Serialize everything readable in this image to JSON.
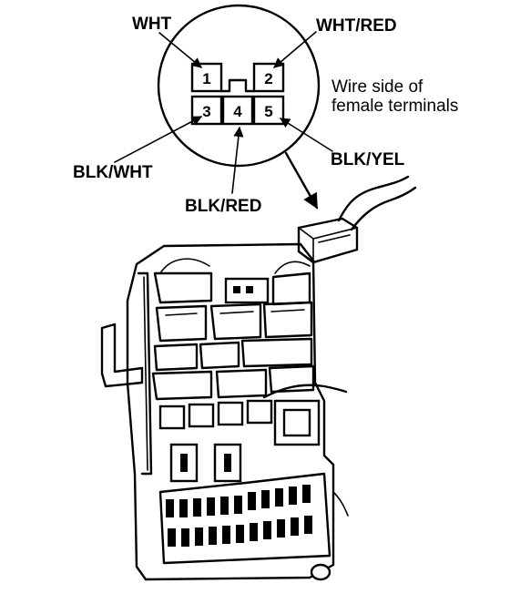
{
  "wire_labels": {
    "wht": "WHT",
    "wht_red": "WHT/RED",
    "blk_wht": "BLK/WHT",
    "blk_red": "BLK/RED",
    "blk_yel": "BLK/YEL"
  },
  "connector_pins": [
    "1",
    "2",
    "3",
    "4",
    "5"
  ],
  "note": {
    "line1": "Wire side of",
    "line2": "female terminals"
  }
}
